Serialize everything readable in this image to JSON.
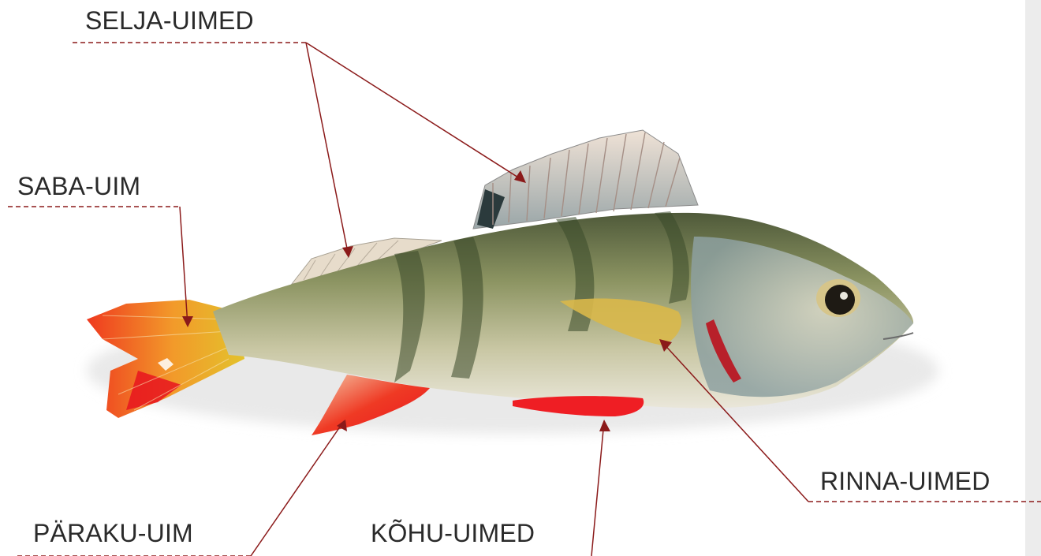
{
  "labels": {
    "selja": "SELJA-UIMED",
    "saba": "SABA-UIM",
    "rinna": "RINNA-UIMED",
    "paraku": "PÄRAKU-UIM",
    "kohu": "KÕHU-UIMED"
  },
  "colors": {
    "leader_line": "#8b1a1a",
    "label_text": "#2a2a2a",
    "fin_red": "#e8262a",
    "fin_yellow": "#e8c23a",
    "body_olive": "#8d9a5e",
    "stripe_dark": "#3f4a2a"
  }
}
